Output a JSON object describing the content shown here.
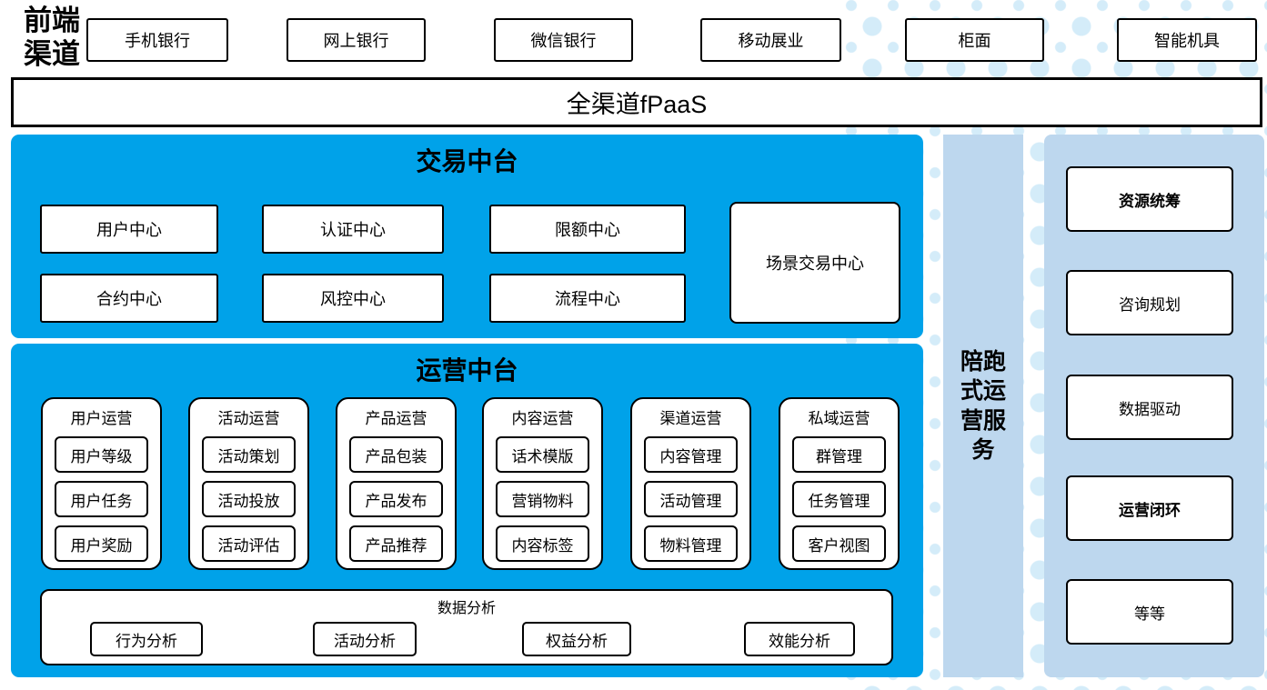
{
  "channels": {
    "label": "前端渠道",
    "items": [
      "手机银行",
      "网上银行",
      "微信银行",
      "移动展业",
      "柜面",
      "智能机具"
    ]
  },
  "fpaas": {
    "label": "全渠道fPaaS"
  },
  "trade_platform": {
    "title": "交易中台",
    "boxes": [
      "用户中心",
      "认证中心",
      "限额中心",
      "合约中心",
      "风控中心",
      "流程中心"
    ],
    "tall_box": "场景交易中心"
  },
  "ops_platform": {
    "title": "运营中台",
    "columns": [
      {
        "title": "用户运营",
        "items": [
          "用户等级",
          "用户任务",
          "用户奖励"
        ]
      },
      {
        "title": "活动运营",
        "items": [
          "活动策划",
          "活动投放",
          "活动评估"
        ]
      },
      {
        "title": "产品运营",
        "items": [
          "产品包装",
          "产品发布",
          "产品推荐"
        ]
      },
      {
        "title": "内容运营",
        "items": [
          "话术模版",
          "营销物料",
          "内容标签"
        ]
      },
      {
        "title": "渠道运营",
        "items": [
          "内容管理",
          "活动管理",
          "物料管理"
        ]
      },
      {
        "title": "私域运营",
        "items": [
          "群管理",
          "任务管理",
          "客户视图"
        ]
      }
    ],
    "analytics": {
      "title": "数据分析",
      "items": [
        "行为分析",
        "活动分析",
        "权益分析",
        "效能分析"
      ]
    }
  },
  "runner_bar": {
    "label": "陪跑式运营服务"
  },
  "right_panel": {
    "items": [
      {
        "label": "资源统筹"
      },
      {
        "label": "咨询规划"
      },
      {
        "label": "数据驱动"
      },
      {
        "label": "运营闭环"
      },
      {
        "label": "等等"
      }
    ]
  },
  "colors": {
    "primary_blue": "#00a2e9",
    "light_blue": "#bdd7ee",
    "dot_blue": "#d4ecf9",
    "border_black": "#000000"
  }
}
